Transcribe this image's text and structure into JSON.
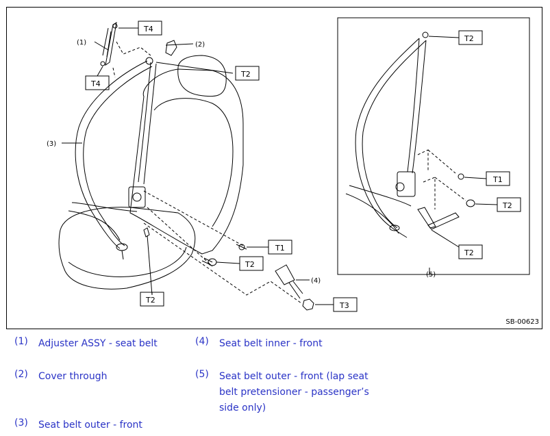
{
  "figure": {
    "code": "SB-00623",
    "torque_labels": {
      "t4_top": "T4",
      "t4_bottom": "T4",
      "t2_shoulder": "T2",
      "t1_main": "T1",
      "t2_bolt": "T2",
      "t2_floor": "T2",
      "t3": "T3",
      "t2_inset_top": "T2",
      "t1_inset": "T1",
      "t2_inset_mid": "T2",
      "t2_inset_bottom": "T2"
    },
    "callouts": {
      "c1": "(1)",
      "c2": "(2)",
      "c3": "(3)",
      "c4": "(4)",
      "c5": "(5)"
    }
  },
  "legend": [
    {
      "num": "(1)",
      "text": "Adjuster ASSY - seat belt"
    },
    {
      "num": "(2)",
      "text": "Cover through"
    },
    {
      "num": "(3)",
      "text": "Seat belt outer - front"
    },
    {
      "num": "(4)",
      "text": "Seat belt inner - front"
    },
    {
      "num": "(5)",
      "text_lines": [
        "Seat belt outer - front (lap seat",
        "belt pretensioner - passenger’s",
        "side only)"
      ]
    }
  ],
  "colors": {
    "legend_text": "#2a33c6",
    "line": "#000000"
  }
}
